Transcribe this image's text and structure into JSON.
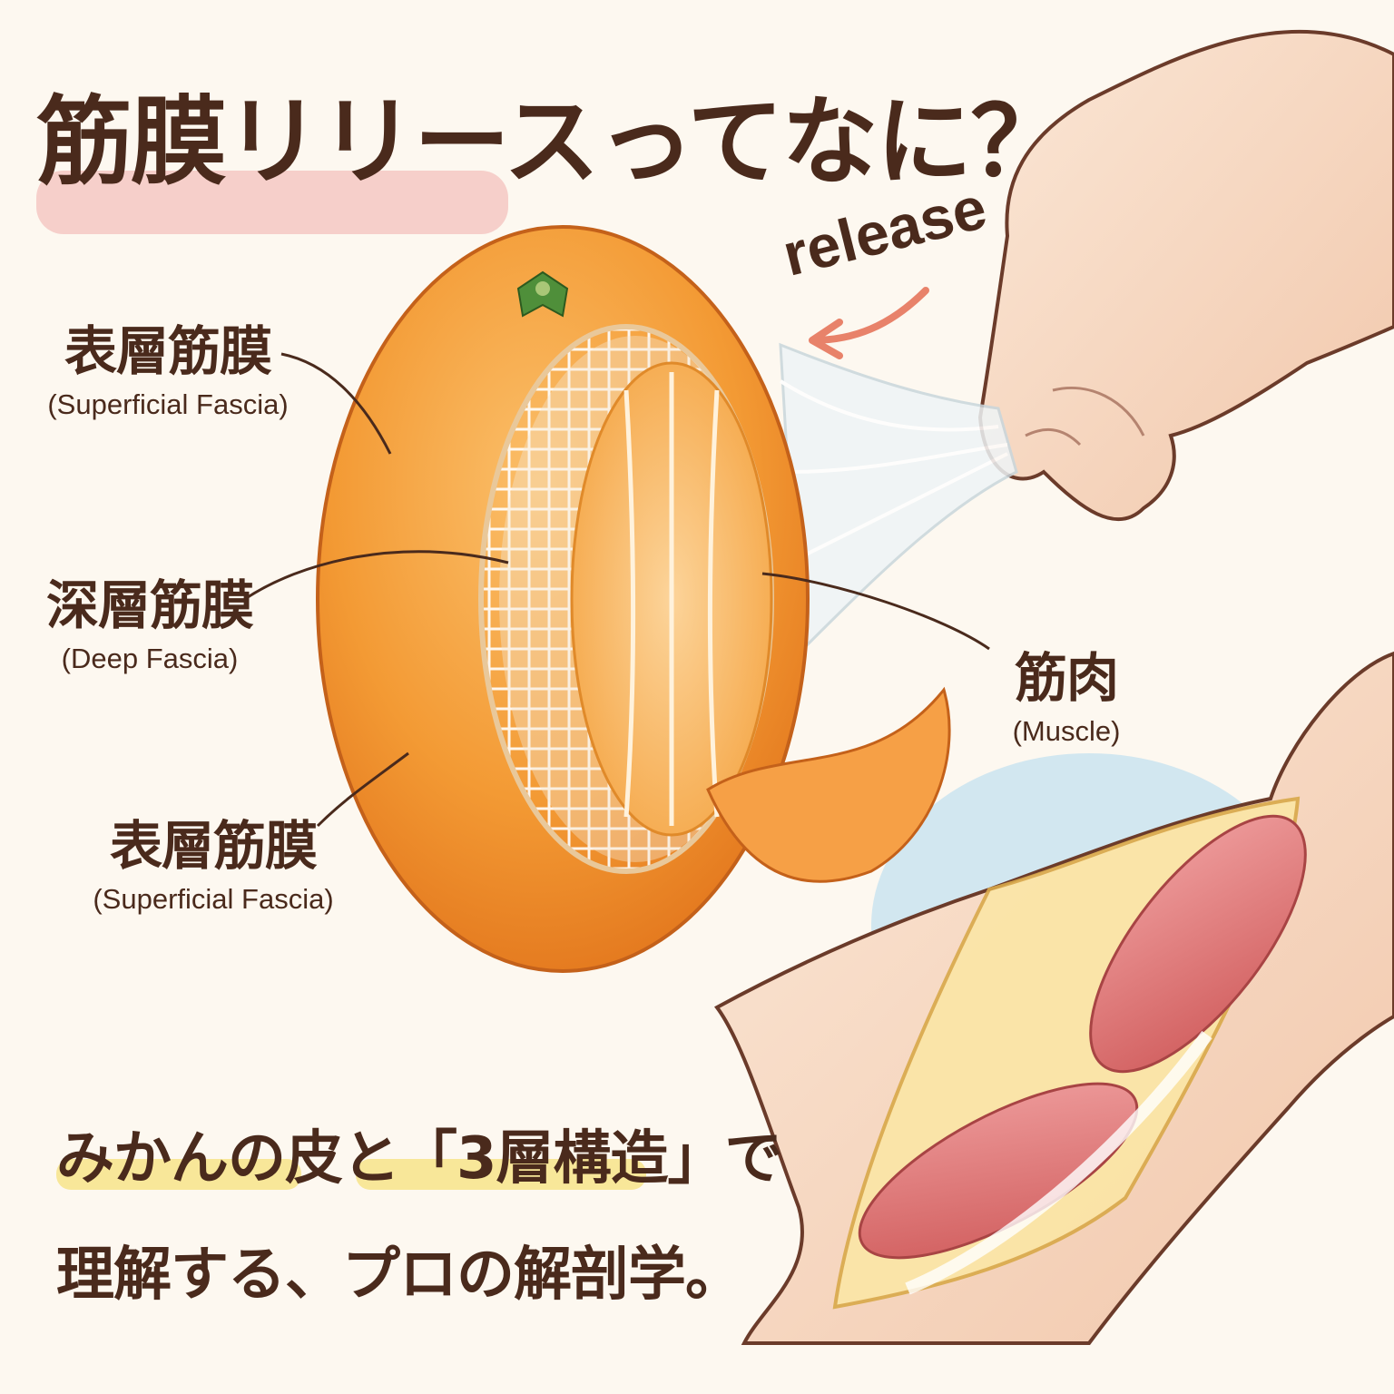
{
  "title": "筋膜リリースってなに？",
  "release_label": "release",
  "labels": {
    "superficial_top": {
      "jp": "表層筋膜",
      "en": "(Superficial Fascia)"
    },
    "deep": {
      "jp": "深層筋膜",
      "en": "(Deep Fascia)"
    },
    "muscle": {
      "jp": "筋肉",
      "en": "(Muscle)"
    },
    "superficial_bottom": {
      "jp": "表層筋膜",
      "en": "(Superficial Fascia)"
    }
  },
  "bottom_text": {
    "line1": "みかんの皮と「3層構造」で",
    "line2": "理解する、プロの解剖学。"
  },
  "colors": {
    "orange": "#f08a24",
    "orange_light": "#f9b25a",
    "title_highlight": "#f2b4b0",
    "text_highlight": "#f7e48a",
    "text": "#4a2a1c",
    "skin": "#f8ddc8",
    "muscle": "#e07070",
    "water_blue": "#bfe0f0",
    "arrow": "#e8826a"
  },
  "icons": {
    "arrow": "arrow-left-curved-icon",
    "leaf": "orange-leaf-icon"
  }
}
